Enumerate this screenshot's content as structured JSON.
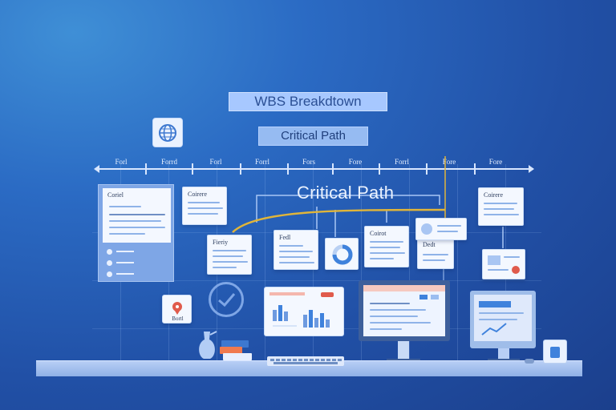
{
  "title": "WBS Breakdtown",
  "subtitle": "Critical Path",
  "critical_path_label": "Critical Path",
  "timeline": {
    "ticks": [
      "Forl",
      "Forrd",
      "Forl",
      "Forrl",
      "Fors",
      "Fore",
      "Forrl",
      "Fore",
      "Fore"
    ]
  },
  "cards": {
    "left_panel_title": "Coriel",
    "card_a_title": "Coirere",
    "card_b_title": "Fieriy",
    "card_c_title": "Fedl",
    "card_d_title": "Coirot",
    "card_e_title": "Dedt",
    "card_f_title": "Coirere"
  },
  "small_badge_label": "Bortl",
  "colors": {
    "background": "#2150a6",
    "accent": "#e0b53a",
    "card": "#f4f8ff",
    "connector": "#a8c6f5"
  },
  "icons": [
    "globe-icon",
    "check-icon",
    "location-pin-icon",
    "chart-icon",
    "monitor-icon",
    "keyboard-icon",
    "vase-icon",
    "books-icon",
    "mug-icon"
  ]
}
